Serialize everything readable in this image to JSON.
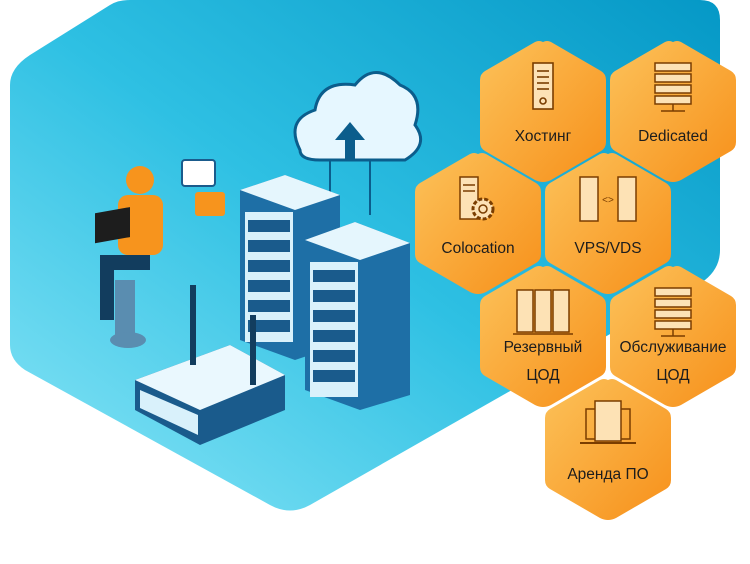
{
  "services": [
    {
      "id": "hosting",
      "label": "Хостинг",
      "icon": "tower-server-icon"
    },
    {
      "id": "dedicated",
      "label": "Dedicated",
      "icon": "rack-server-icon"
    },
    {
      "id": "colocation",
      "label": "Colocation",
      "icon": "server-gear-icon"
    },
    {
      "id": "vps",
      "label": "VPS/VDS",
      "icon": "two-servers-code-icon"
    },
    {
      "id": "backup-dc",
      "label": "Резервный",
      "label2": "ЦОД",
      "icon": "three-servers-icon"
    },
    {
      "id": "dc-service",
      "label": "Обслуживание",
      "label2": "ЦОД",
      "icon": "rack-server-icon"
    },
    {
      "id": "software-rent",
      "label": "Аренда ПО",
      "icon": "laptop-window-icon"
    }
  ],
  "colors": {
    "accent": "#f7941d",
    "hex_light": "#fbb545",
    "bg_blue": "#0ea9d1",
    "bg_light": "#6fdcf2",
    "text": "#1d1d1d"
  }
}
